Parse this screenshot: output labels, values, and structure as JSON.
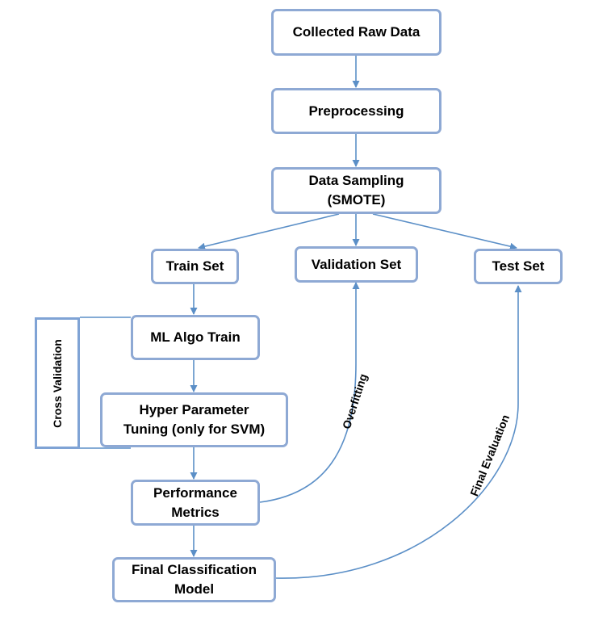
{
  "diagram": {
    "nodes": {
      "raw": "Collected Raw Data",
      "prep": "Preprocessing",
      "sampling": "Data Sampling\n(SMOTE)",
      "train_set": "Train Set",
      "validation_set": "Validation Set",
      "test_set": "Test Set",
      "ml_train": "ML Algo Train",
      "hyper": "Hyper Parameter\nTuning (only for SVM)",
      "metrics": "Performance\nMetrics",
      "final_model": "Final Classification\nModel"
    },
    "cross_validation_label": "Cross Validation",
    "edge_labels": {
      "overfitting": "Overfitting",
      "final_evaluation": "Final Evaluation"
    },
    "colors": {
      "box_border": "#8ea9d4",
      "arrow": "#5b8fc7"
    }
  }
}
